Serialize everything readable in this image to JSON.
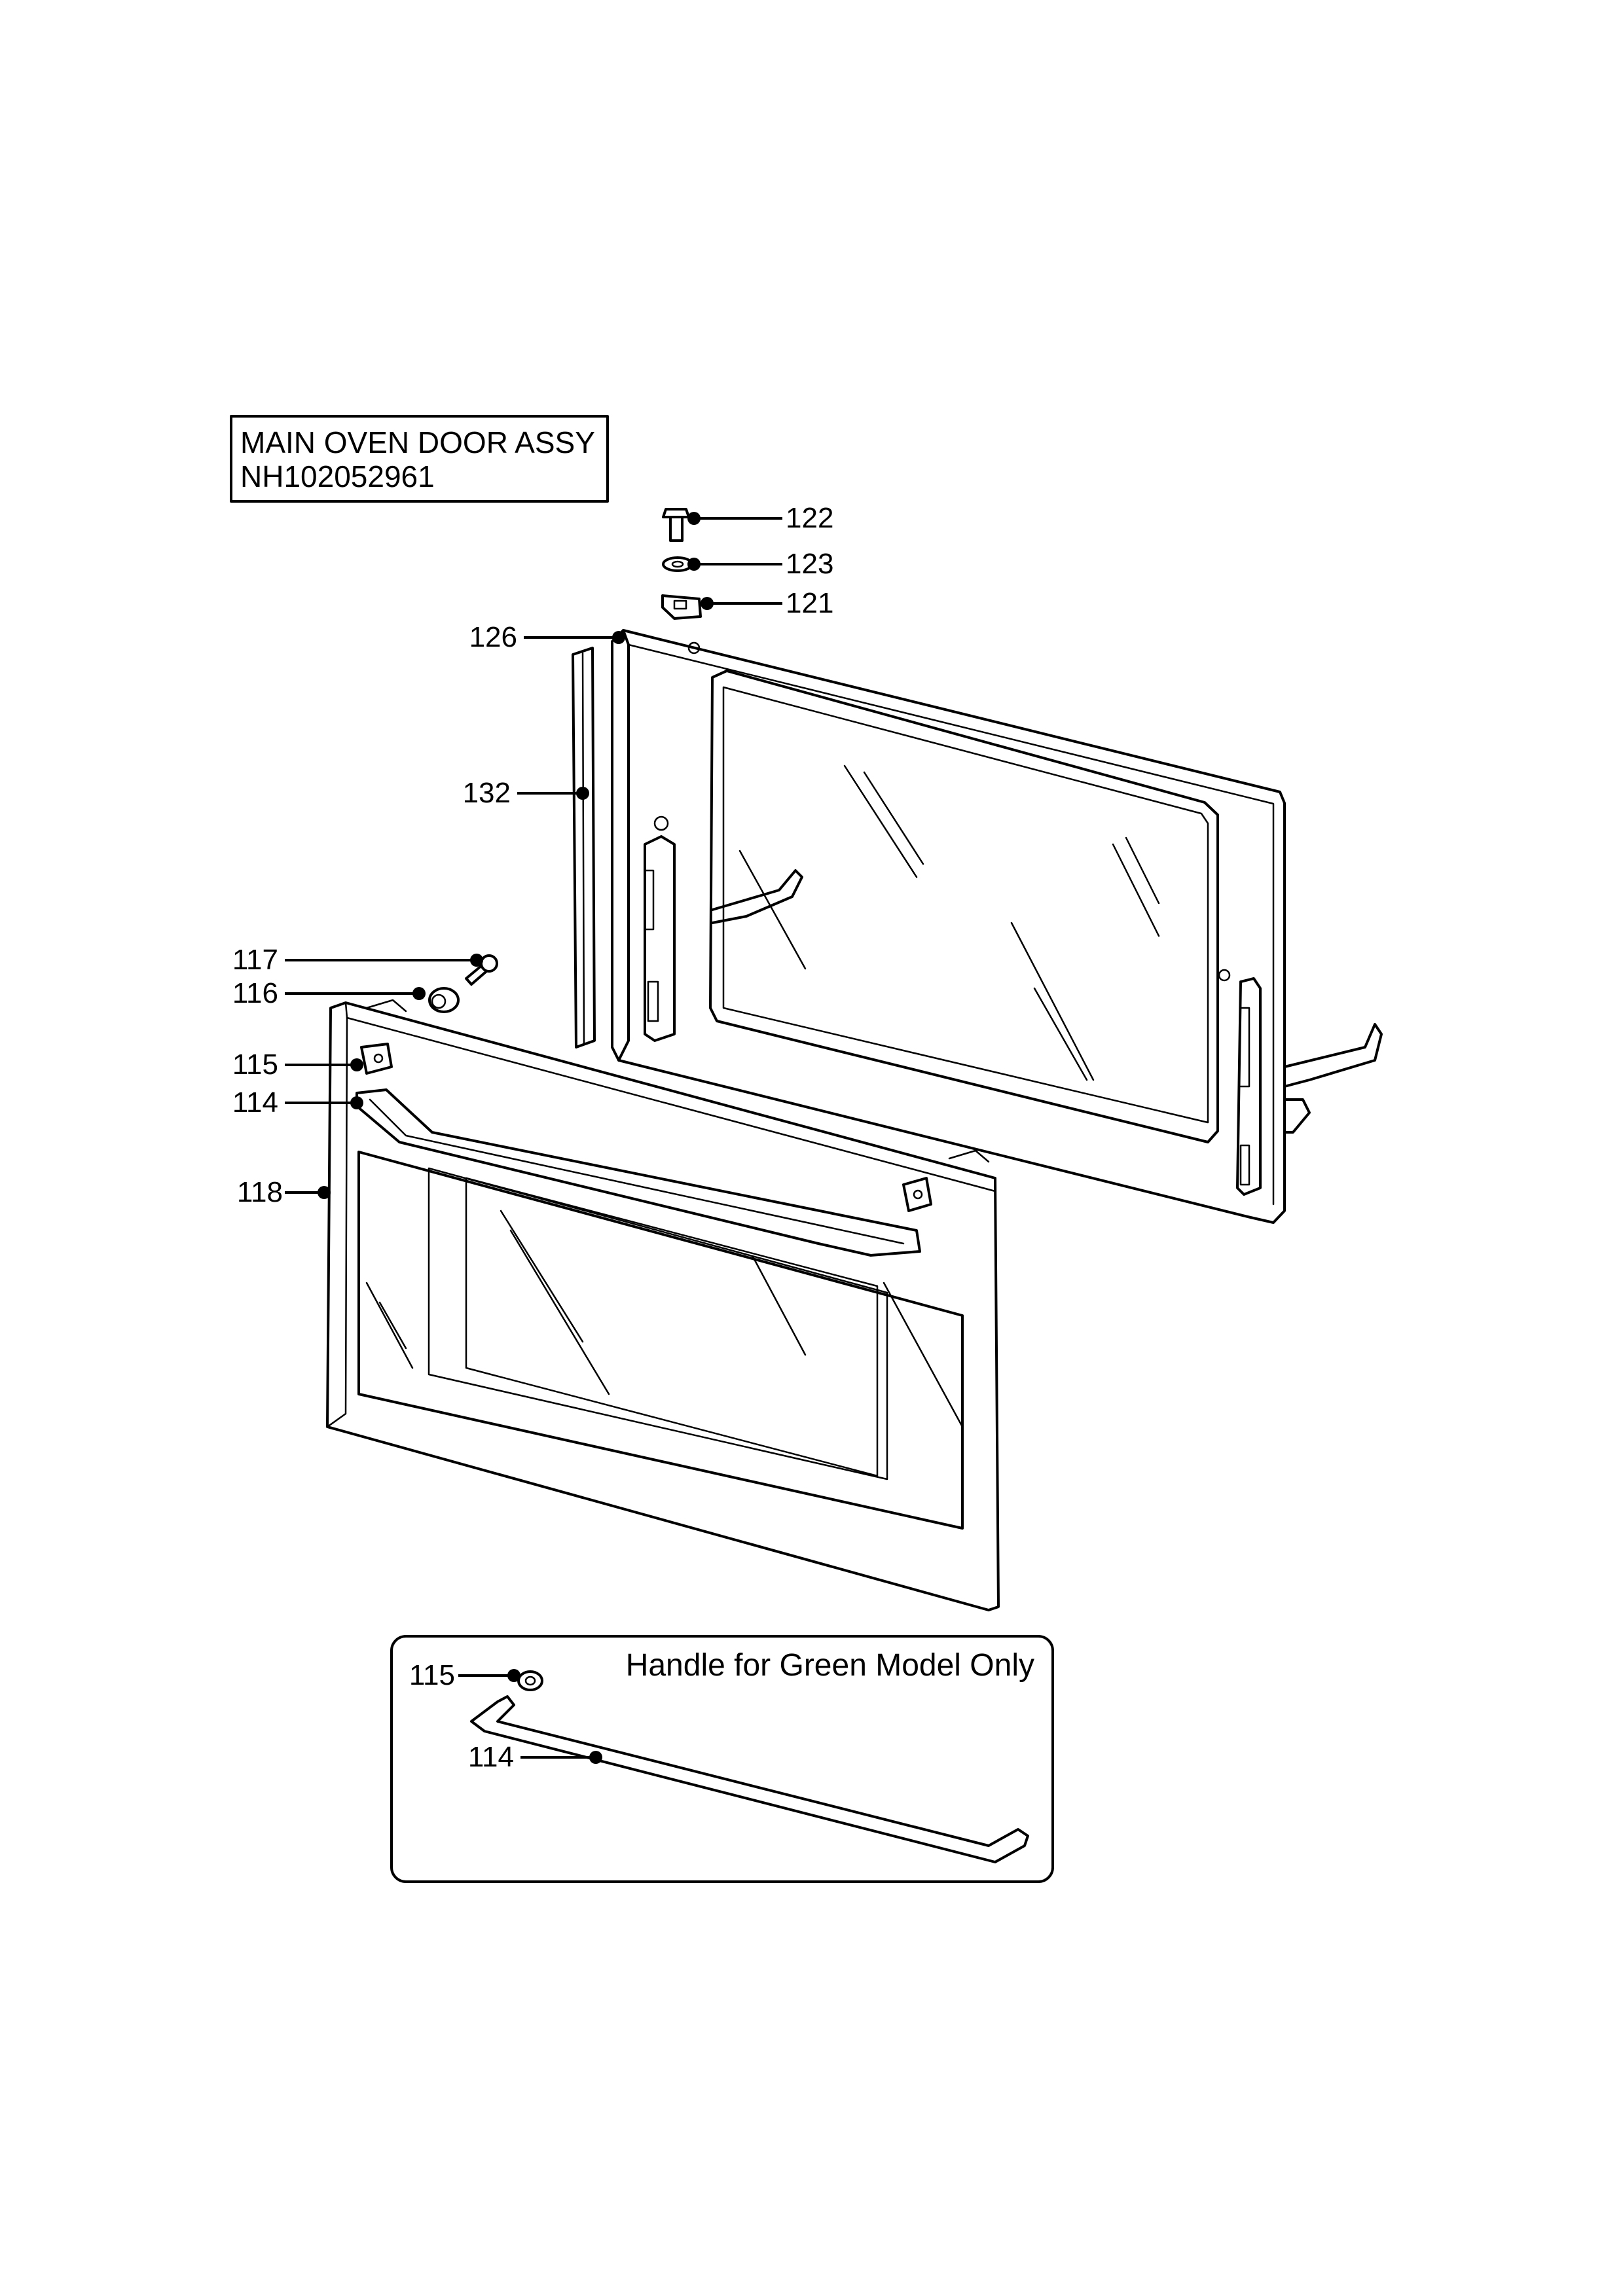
{
  "title_box": {
    "line1": "MAIN OVEN DOOR ASSY",
    "line2": "NH102052961"
  },
  "inset": {
    "title": "Handle for Green Model Only"
  },
  "callouts": [
    {
      "id": "c122",
      "label": "122"
    },
    {
      "id": "c123",
      "label": "123"
    },
    {
      "id": "c121",
      "label": "121"
    },
    {
      "id": "c126",
      "label": "126"
    },
    {
      "id": "c132",
      "label": "132"
    },
    {
      "id": "c117",
      "label": "117"
    },
    {
      "id": "c116",
      "label": "116"
    },
    {
      "id": "c115",
      "label": "115"
    },
    {
      "id": "c114",
      "label": "114"
    },
    {
      "id": "c118",
      "label": "118"
    },
    {
      "id": "c115b",
      "label": "115"
    },
    {
      "id": "c114b",
      "label": "114"
    }
  ]
}
